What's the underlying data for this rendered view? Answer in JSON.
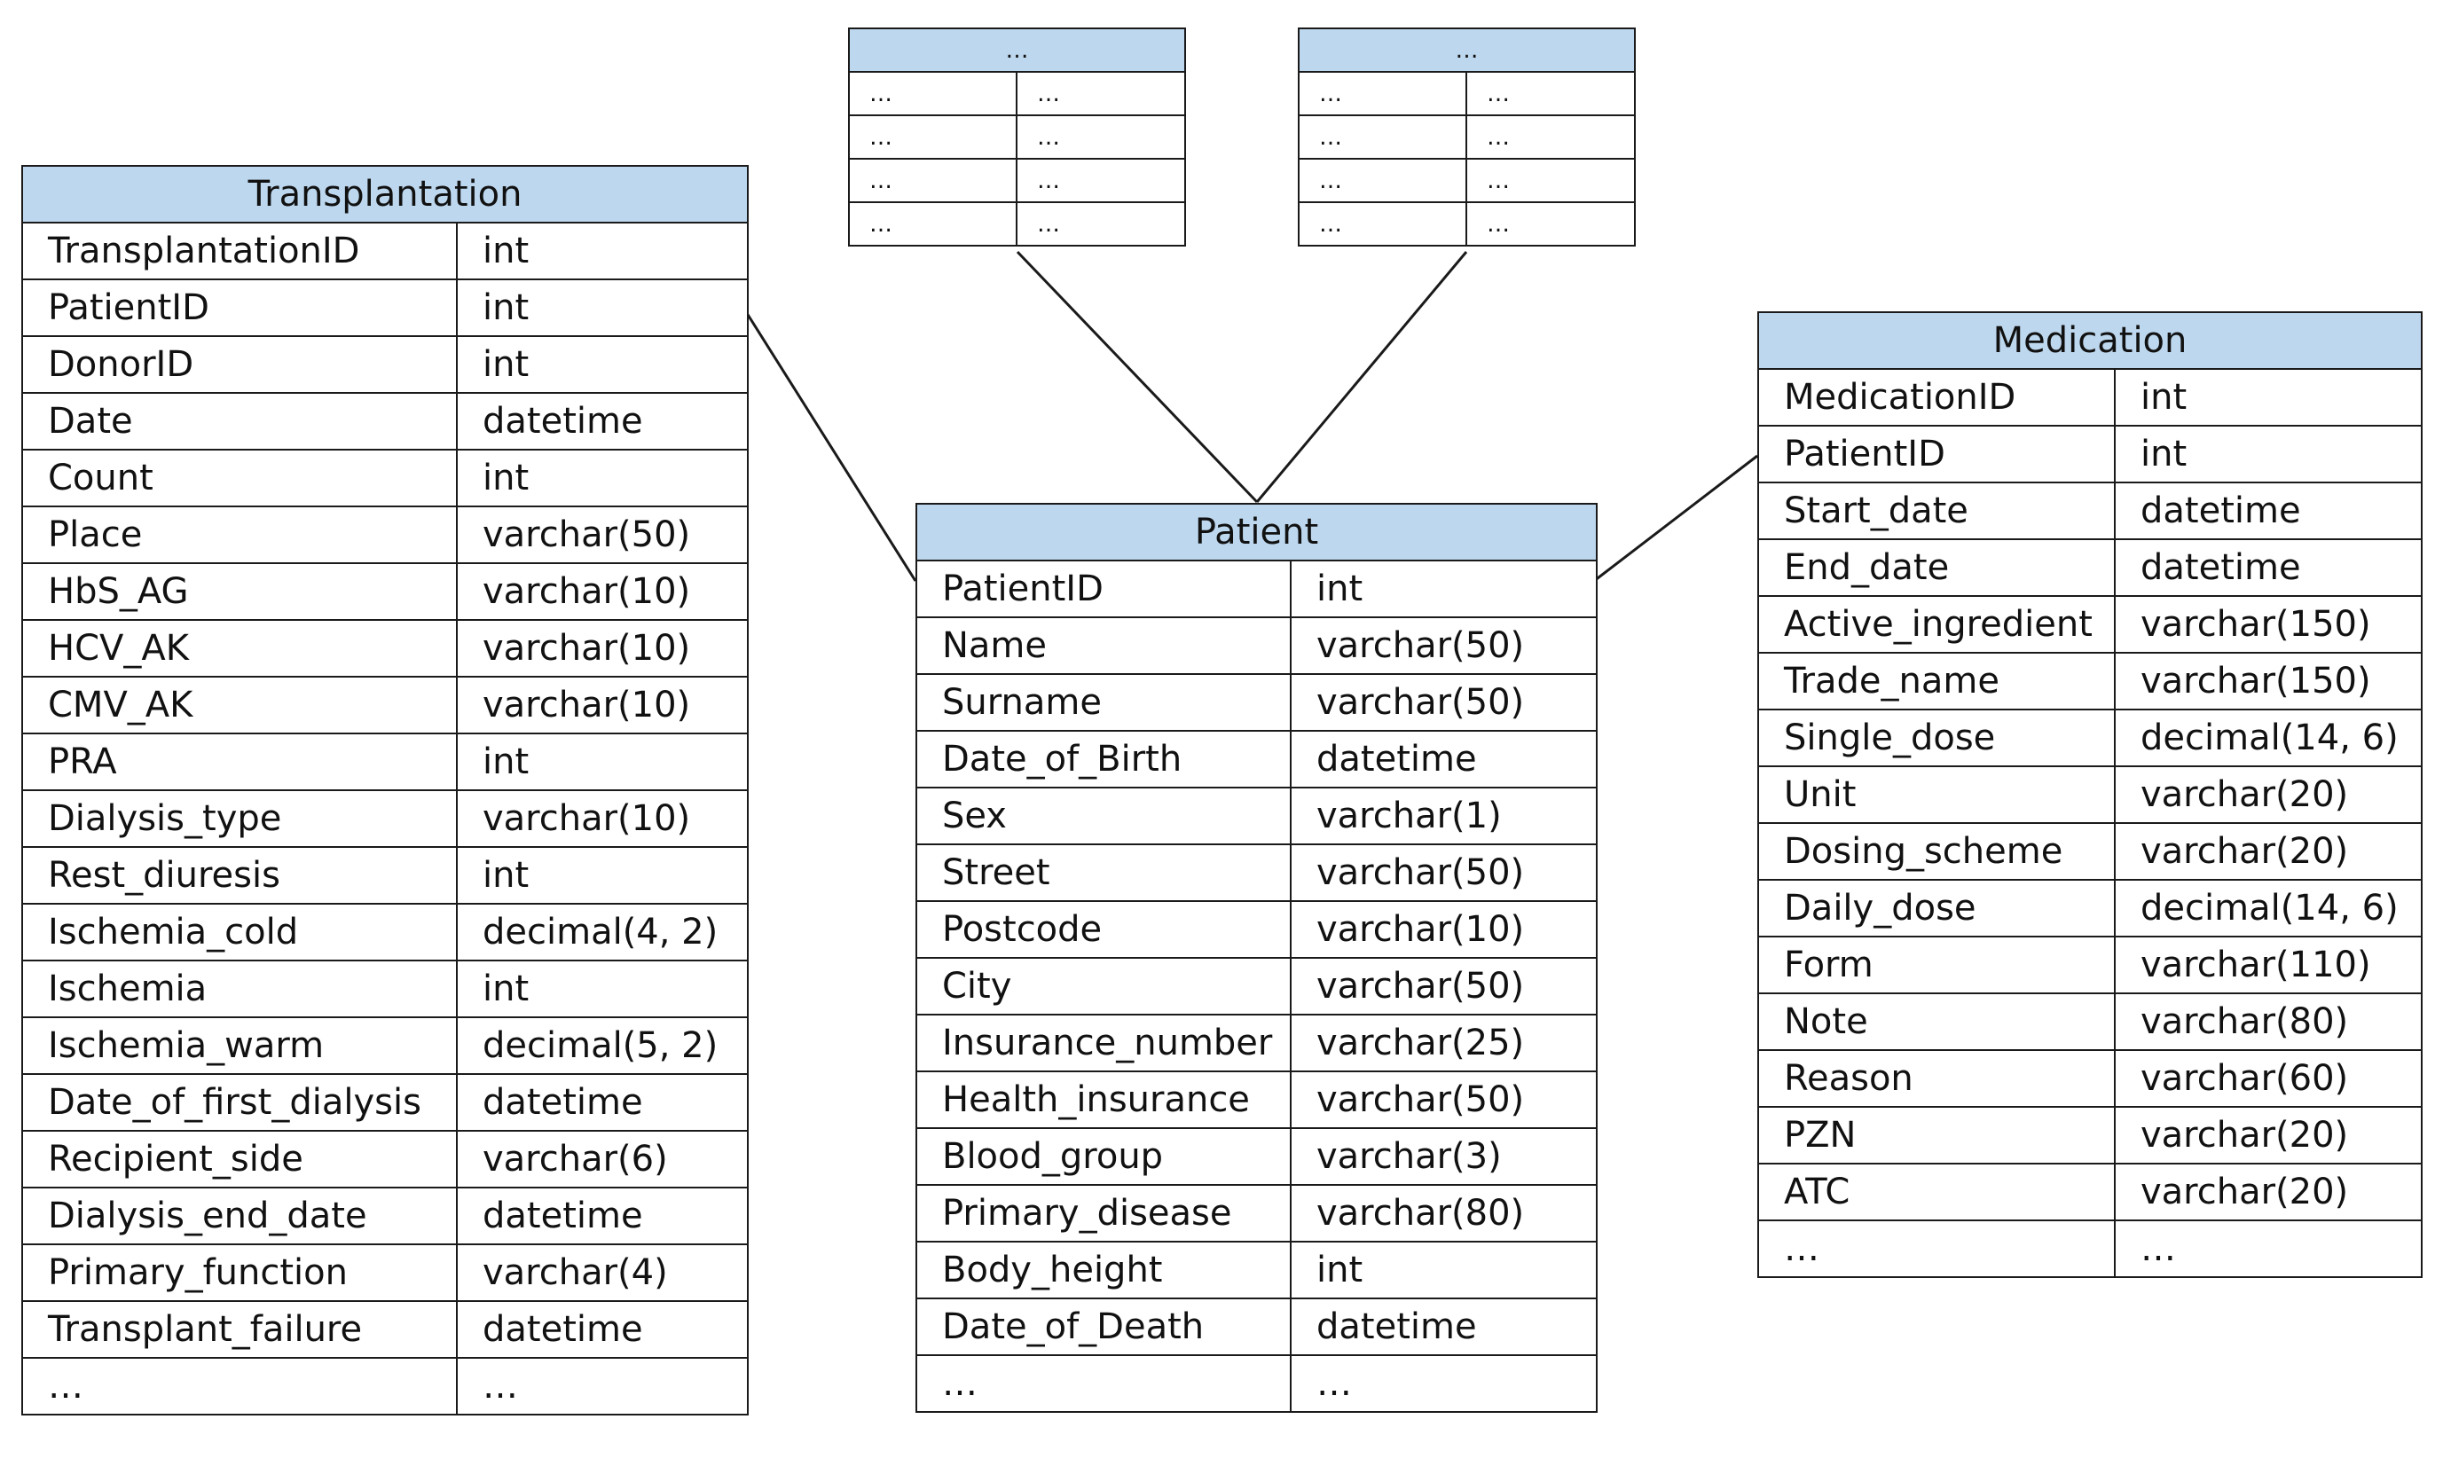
{
  "tables": {
    "transplantation": {
      "title": "Transplantation",
      "rows": [
        [
          "TransplantationID",
          "int"
        ],
        [
          "PatientID",
          "int"
        ],
        [
          "DonorID",
          "int"
        ],
        [
          "Date",
          "datetime"
        ],
        [
          "Count",
          "int"
        ],
        [
          "Place",
          "varchar(50)"
        ],
        [
          "HbS_AG",
          "varchar(10)"
        ],
        [
          "HCV_AK",
          "varchar(10)"
        ],
        [
          "CMV_AK",
          "varchar(10)"
        ],
        [
          "PRA",
          "int"
        ],
        [
          "Dialysis_type",
          "varchar(10)"
        ],
        [
          "Rest_diuresis",
          "int"
        ],
        [
          "Ischemia_cold",
          "decimal(4, 2)"
        ],
        [
          "Ischemia",
          "int"
        ],
        [
          "Ischemia_warm",
          "decimal(5, 2)"
        ],
        [
          "Date_of_first_dialysis",
          "datetime"
        ],
        [
          "Recipient_side",
          "varchar(6)"
        ],
        [
          "Dialysis_end_date",
          "datetime"
        ],
        [
          "Primary_function",
          "varchar(4)"
        ],
        [
          "Transplant_failure",
          "datetime"
        ],
        [
          "…",
          "…"
        ]
      ]
    },
    "patient": {
      "title": "Patient",
      "rows": [
        [
          "PatientID",
          "int"
        ],
        [
          "Name",
          "varchar(50)"
        ],
        [
          "Surname",
          "varchar(50)"
        ],
        [
          "Date_of_Birth",
          "datetime"
        ],
        [
          "Sex",
          "varchar(1)"
        ],
        [
          "Street",
          "varchar(50)"
        ],
        [
          "Postcode",
          "varchar(10)"
        ],
        [
          "City",
          "varchar(50)"
        ],
        [
          "Insurance_number",
          "varchar(25)"
        ],
        [
          "Health_insurance",
          "varchar(50)"
        ],
        [
          "Blood_group",
          "varchar(3)"
        ],
        [
          "Primary_disease",
          "varchar(80)"
        ],
        [
          "Body_height",
          "int"
        ],
        [
          "Date_of_Death",
          "datetime"
        ],
        [
          "…",
          "…"
        ]
      ]
    },
    "medication": {
      "title": "Medication",
      "rows": [
        [
          "MedicationID",
          "int"
        ],
        [
          "PatientID",
          "int"
        ],
        [
          "Start_date",
          "datetime"
        ],
        [
          "End_date",
          "datetime"
        ],
        [
          "Active_ingredient",
          "varchar(150)"
        ],
        [
          "Trade_name",
          "varchar(150)"
        ],
        [
          "Single_dose",
          "decimal(14, 6)"
        ],
        [
          "Unit",
          "varchar(20)"
        ],
        [
          "Dosing_scheme",
          "varchar(20)"
        ],
        [
          "Daily_dose",
          "decimal(14, 6)"
        ],
        [
          "Form",
          "varchar(110)"
        ],
        [
          "Note",
          "varchar(80)"
        ],
        [
          "Reason",
          "varchar(60)"
        ],
        [
          "PZN",
          "varchar(20)"
        ],
        [
          "ATC",
          "varchar(20)"
        ],
        [
          "…",
          "…"
        ]
      ]
    },
    "placeholder_left": {
      "title": "…",
      "rows": [
        [
          "…",
          "…"
        ],
        [
          "…",
          "…"
        ],
        [
          "…",
          "…"
        ],
        [
          "…",
          "…"
        ]
      ]
    },
    "placeholder_right": {
      "title": "…",
      "rows": [
        [
          "…",
          "…"
        ],
        [
          "…",
          "…"
        ],
        [
          "…",
          "…"
        ],
        [
          "…",
          "…"
        ]
      ]
    }
  },
  "colors": {
    "header_fill": "#bdd7ee",
    "border": "#1a1a1a",
    "connector": "#1a1a1a"
  }
}
